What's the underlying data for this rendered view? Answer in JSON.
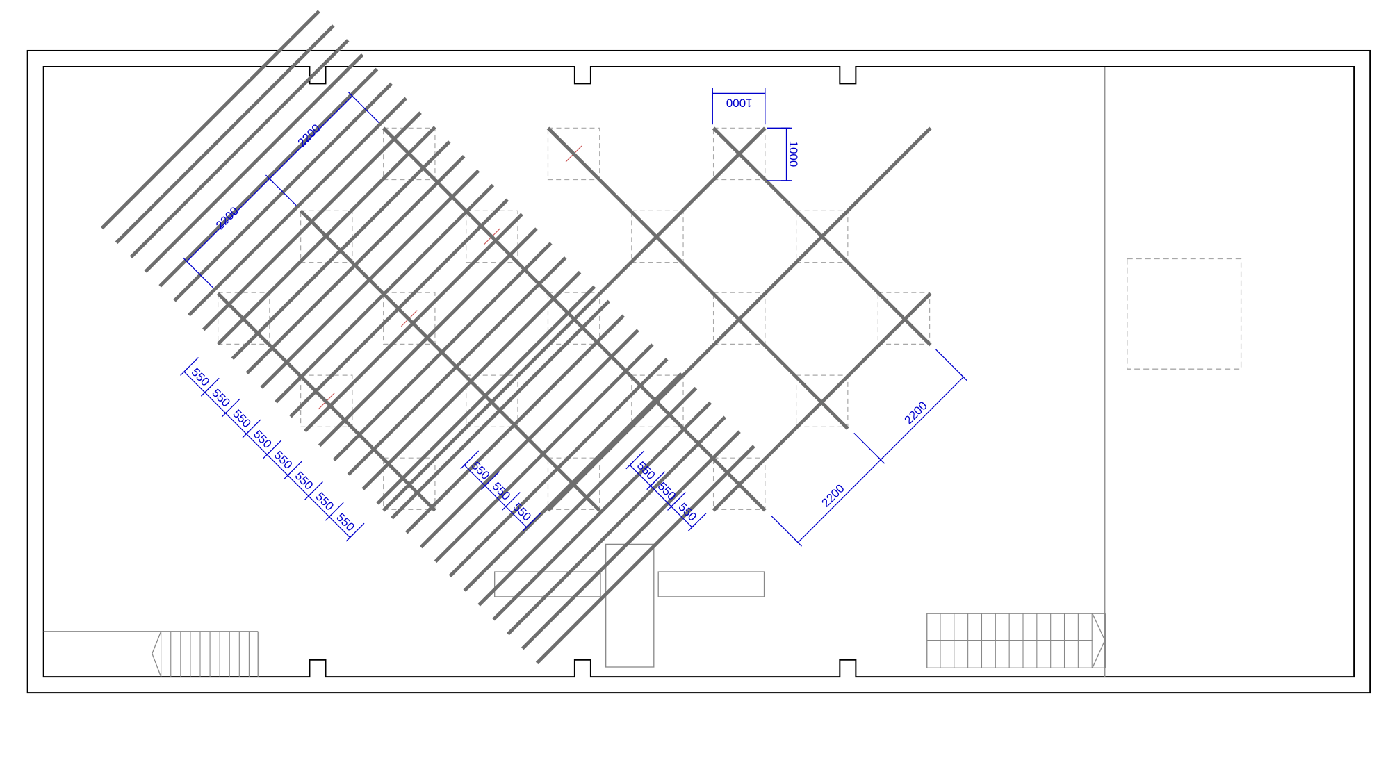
{
  "drawing": {
    "colors": {
      "wall": "#000000",
      "fixture": "#888888",
      "beam": "#6e6e6e",
      "post_box": "#a8a8a8",
      "post_mark": "#cc5a5a",
      "dimension": "#0000cc"
    },
    "dimensions": {
      "pitch": "550",
      "span": "2200",
      "post_size": "1000"
    }
  }
}
